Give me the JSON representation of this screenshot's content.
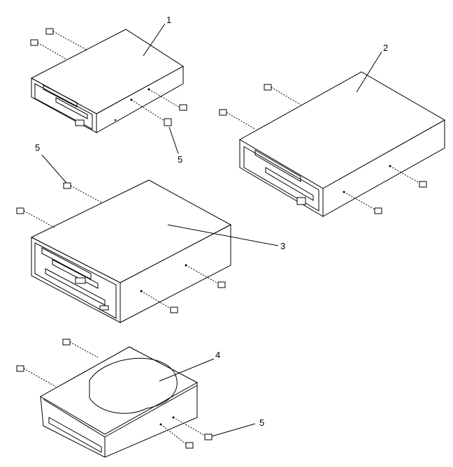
{
  "callouts": {
    "floppy_drive_small": "1",
    "floppy_drive_large": "2",
    "combo_drive": "3",
    "hard_disk": "4",
    "screw_a": "5",
    "screw_b": "5",
    "screw_c": "5"
  }
}
